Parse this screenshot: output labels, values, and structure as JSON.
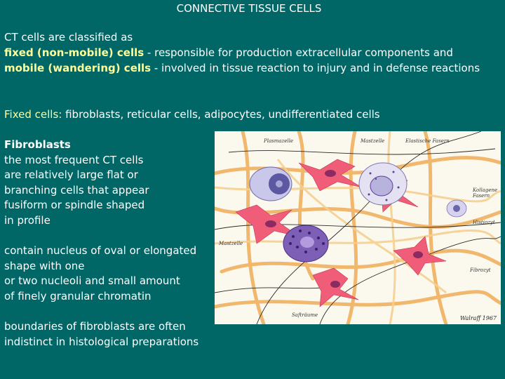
{
  "title": "CONNECTIVE TISSUE CELLS",
  "intro": {
    "line1": "CT cells are classified as",
    "fixed_term": "fixed (non-mobile) cells",
    "fixed_desc": " - responsible for production extracellular components and",
    "mobile_term": "mobile (wandering) cells",
    "mobile_desc": " - involved in tissue reaction to injury and in defense reactions"
  },
  "fixed_cells": {
    "label": "Fixed cells:",
    "list": " fibroblasts, reticular cells, adipocytes, undifferentiated cells"
  },
  "fibroblasts": {
    "heading": "Fibroblasts",
    "lines": [
      "the most frequent CT cells",
      "are relatively large flat or",
      "branching cells that appear",
      "fusiform or spindle shaped",
      "in profile"
    ]
  },
  "nucleus": {
    "lines": [
      "contain nucleus of oval or elongated",
      "shape with one",
      "or two nucleoli and small amount",
      "of finely granular chromatin"
    ]
  },
  "boundaries": {
    "lines": [
      "boundaries of fibroblasts are often",
      "indistinct in histological preparations"
    ]
  },
  "figure": {
    "labels": {
      "plasmazelle": "Plasmazelle",
      "mastzelle_top": "Mastzelle",
      "elastische": "Elastische Fasern",
      "kollagene1": "Kollagene",
      "kollagene2": "Fasern",
      "histiozyt": "Histiozyt",
      "mastzelle_left": "Mastzelle",
      "fibrozyt": "Fibrozyt",
      "saftraume": "Safträume"
    },
    "signature": "Walraff 1967",
    "colors": {
      "collagen": "#f0b060",
      "fibroblast": "#ef5d78",
      "elastic": "#2a2a2a",
      "mast": "#5e3f9a",
      "plasma": "#8a86c8"
    }
  }
}
